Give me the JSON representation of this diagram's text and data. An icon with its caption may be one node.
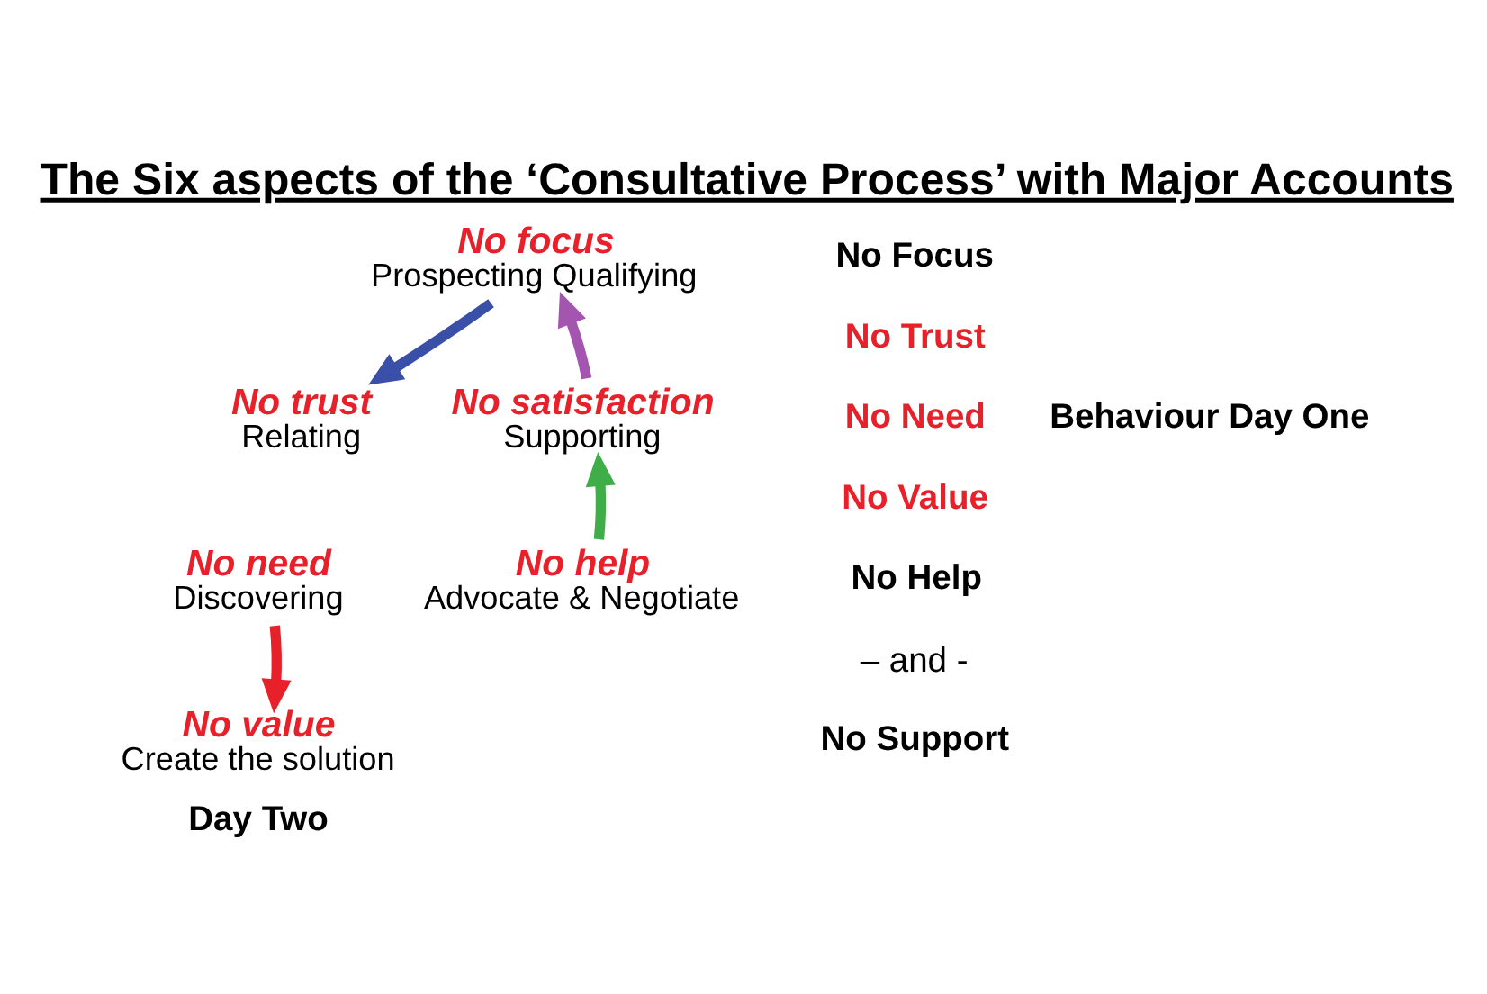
{
  "diagram": {
    "title": "The Six aspects of the ‘Consultative Process’ with Major Accounts",
    "nodes": [
      {
        "text": [
          "No focus",
          "Prospecting Qualifying"
        ]
      },
      {
        "text": [
          "No trust",
          "Relating"
        ]
      },
      {
        "text": [
          "No need",
          "Discovering"
        ]
      },
      {
        "text": [
          "No value",
          "Create the solution"
        ]
      },
      {
        "text": [
          "No help",
          "Advocate & Negotiate"
        ]
      },
      {
        "text": [
          "No satisfaction",
          "Supporting"
        ]
      }
    ],
    "edges": [
      {
        "from": 0,
        "to": 1,
        "arrow": "to",
        "color": "#3a4fa8"
      },
      {
        "from": 2,
        "to": 3,
        "arrow": "to",
        "color": "#e8202a"
      },
      {
        "from": 4,
        "to": 5,
        "arrow": "to",
        "color": "#3fae49"
      },
      {
        "from": 5,
        "to": 0,
        "arrow": "to",
        "color": "#a455b0"
      }
    ],
    "labels": [
      "No Focus",
      "No Trust",
      "No Need",
      "No Value",
      "No Help",
      "– and -",
      "No Support",
      "Behaviour Day One",
      "Day Two"
    ]
  }
}
